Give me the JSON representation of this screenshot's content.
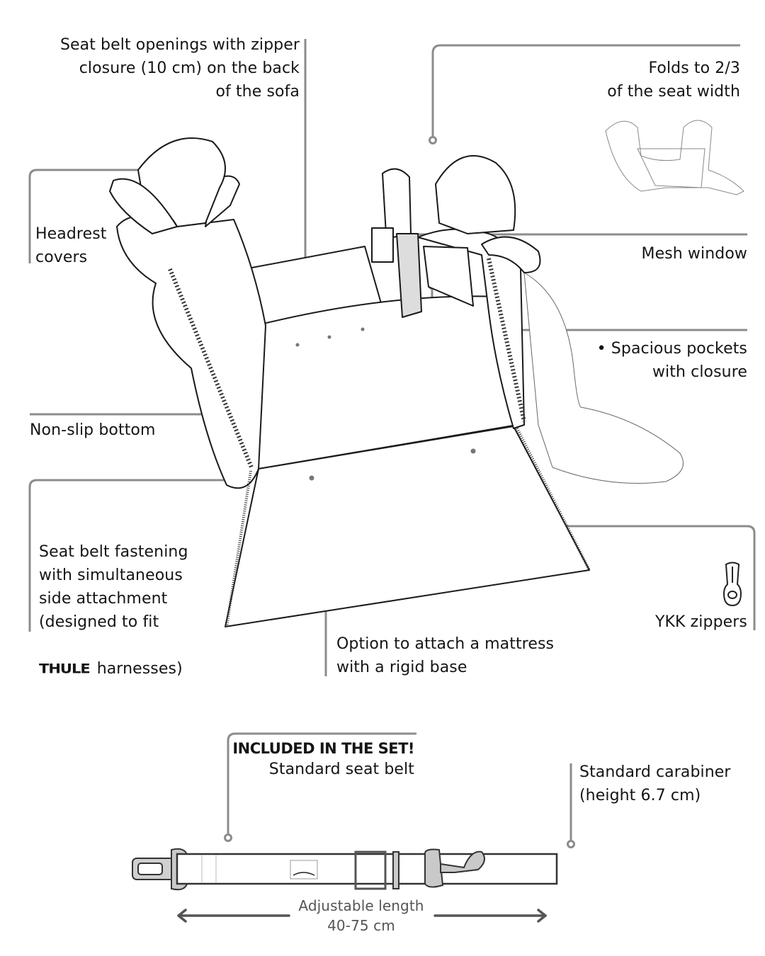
{
  "annotations": {
    "seat_belt_openings": "Seat belt openings with zipper\nclosure (10 cm) on the back\nof the sofa",
    "folds": "Folds to 2/3\nof the seat width",
    "headrest": "Headrest\ncovers",
    "mesh_window": "Mesh window",
    "pockets": "• Spacious pockets\nwith closure",
    "non_slip": "Non-slip bottom",
    "seat_belt_fastening": "Seat belt fastening\nwith simultaneous\nside attachment\n(designed to fit",
    "thule_brand": "THULE",
    "harnesses": "harnesses)",
    "mattress": "Option to attach a mattress\nwith a rigid base",
    "ykk": "YKK zippers",
    "included": "INCLUDED IN THE SET!",
    "standard_belt": "Standard seat belt",
    "carabiner": "Standard carabiner\n(height 6.7 cm)",
    "adjustable": "Adjustable length\n40-75 cm"
  },
  "colors": {
    "leader": "#8c8c8c",
    "ink": "#151515",
    "strap_gray": "#c9c9c9"
  }
}
